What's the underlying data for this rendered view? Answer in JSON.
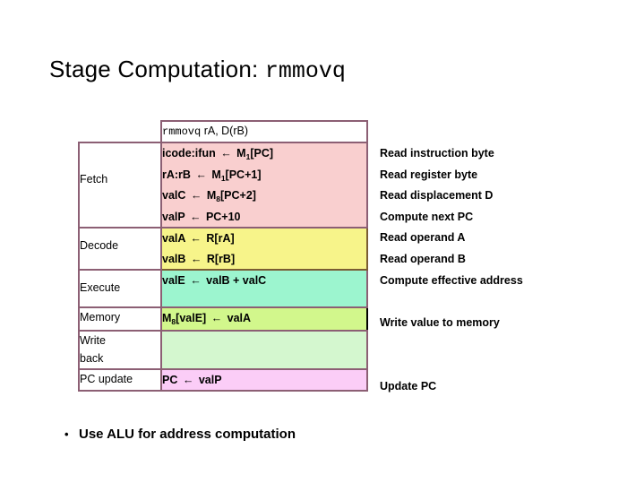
{
  "slide": {
    "title_prefix": "Stage Computation: ",
    "title_mono": "rmmovq",
    "bullet_marker": "•",
    "bullet_text": "Use ALU for address computation"
  },
  "colors": {
    "border": "#8c5f74",
    "fetch_bg": "#f9cfcf",
    "decode_bg": "#f7f48a",
    "decode_border": "#7a5c33",
    "execute_bg": "#9cf5cf",
    "memory_bg": "#d2f78c",
    "memory_border": "#000000",
    "writeback_bg": "#d4f7cf",
    "pc_bg": "#fbcdf7",
    "text": "#000000",
    "background": "#ffffff"
  },
  "table": {
    "header": {
      "stage_label": "",
      "instruction_mono": "rmmovq",
      "instruction_rest": " rA, D(rB)"
    },
    "rows": [
      {
        "stage": "Fetch",
        "operations": [
          "icode:ifun ← M₁[PC]",
          "rA:rB ← M₁[PC+1]",
          "valC ← M₈[PC+2]",
          "valP ← PC+10"
        ]
      },
      {
        "stage": "Decode",
        "operations": [
          "valA ← R[rA]",
          "valB ← R[rB]"
        ]
      },
      {
        "stage": "Execute",
        "operations": [
          "valE ← valB + valC"
        ]
      },
      {
        "stage": "Memory",
        "operations": [
          "M₈[valE] ← valA"
        ]
      },
      {
        "stage_line1": "Write",
        "stage_line2": "back",
        "operations": []
      },
      {
        "stage": "PC update",
        "operations": [
          "PC ← valP"
        ]
      }
    ]
  },
  "descriptions": [
    "Read instruction byte",
    "Read register byte",
    "Read displacement D",
    "Compute next PC",
    "Read operand A",
    "Read operand B",
    "Compute effective address",
    "",
    "Write value to memory",
    "",
    "",
    "Update PC"
  ]
}
